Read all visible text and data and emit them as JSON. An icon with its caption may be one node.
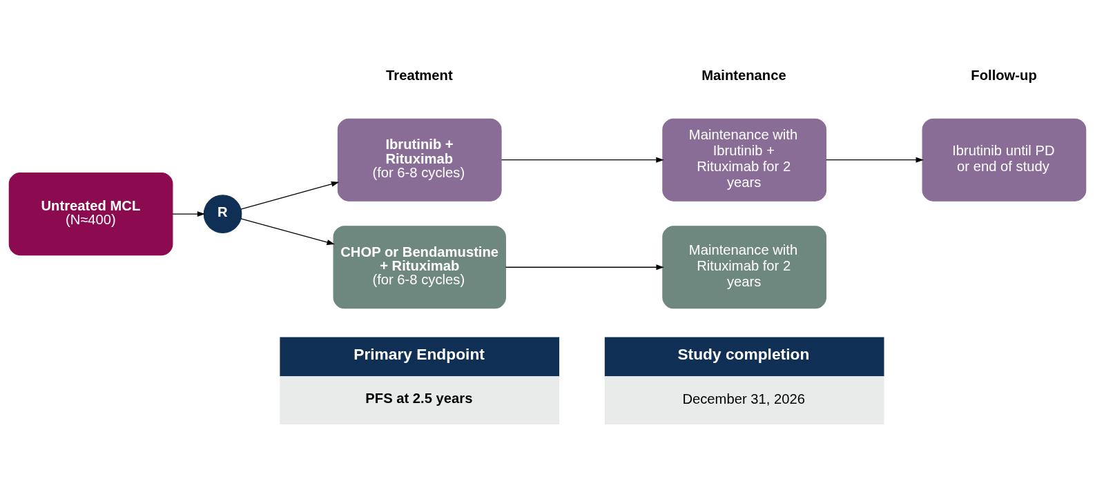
{
  "diagram": {
    "nodes": [
      {
        "text": [
          "Untreated MCL",
          "(N≈400)"
        ]
      },
      {
        "text": [
          "R"
        ]
      },
      {
        "text": [
          "Ibrutinib + Rituximab",
          "(for 6-8 cycles)"
        ]
      },
      {
        "text": [
          "Maintenance with Ibrutinib + Rituximab for 2 years"
        ]
      },
      {
        "text": [
          "Ibrutinib until PD or end of study"
        ]
      },
      {
        "text": [
          "CHOP or Bendamustine + Rituximab",
          "(for 6-8 cycles)"
        ]
      },
      {
        "text": [
          "Maintenance with Rituximab for 2 years"
        ]
      },
      {
        "text": [
          "Primary Endpoint",
          "PFS at 2.5 years"
        ]
      },
      {
        "text": [
          "Study completion",
          "December 31, 2026"
        ]
      }
    ],
    "edges": [
      {
        "from": 0,
        "to": 1,
        "arrow": "to"
      },
      {
        "from": 1,
        "to": 2,
        "arrow": "to"
      },
      {
        "from": 1,
        "to": 5,
        "arrow": "to"
      },
      {
        "from": 2,
        "to": 3,
        "arrow": "to"
      },
      {
        "from": 3,
        "to": 4,
        "arrow": "to"
      },
      {
        "from": 5,
        "to": 6,
        "arrow": "to"
      }
    ],
    "labels": [
      "Treatment",
      "Maintenance",
      "Follow-up"
    ]
  }
}
